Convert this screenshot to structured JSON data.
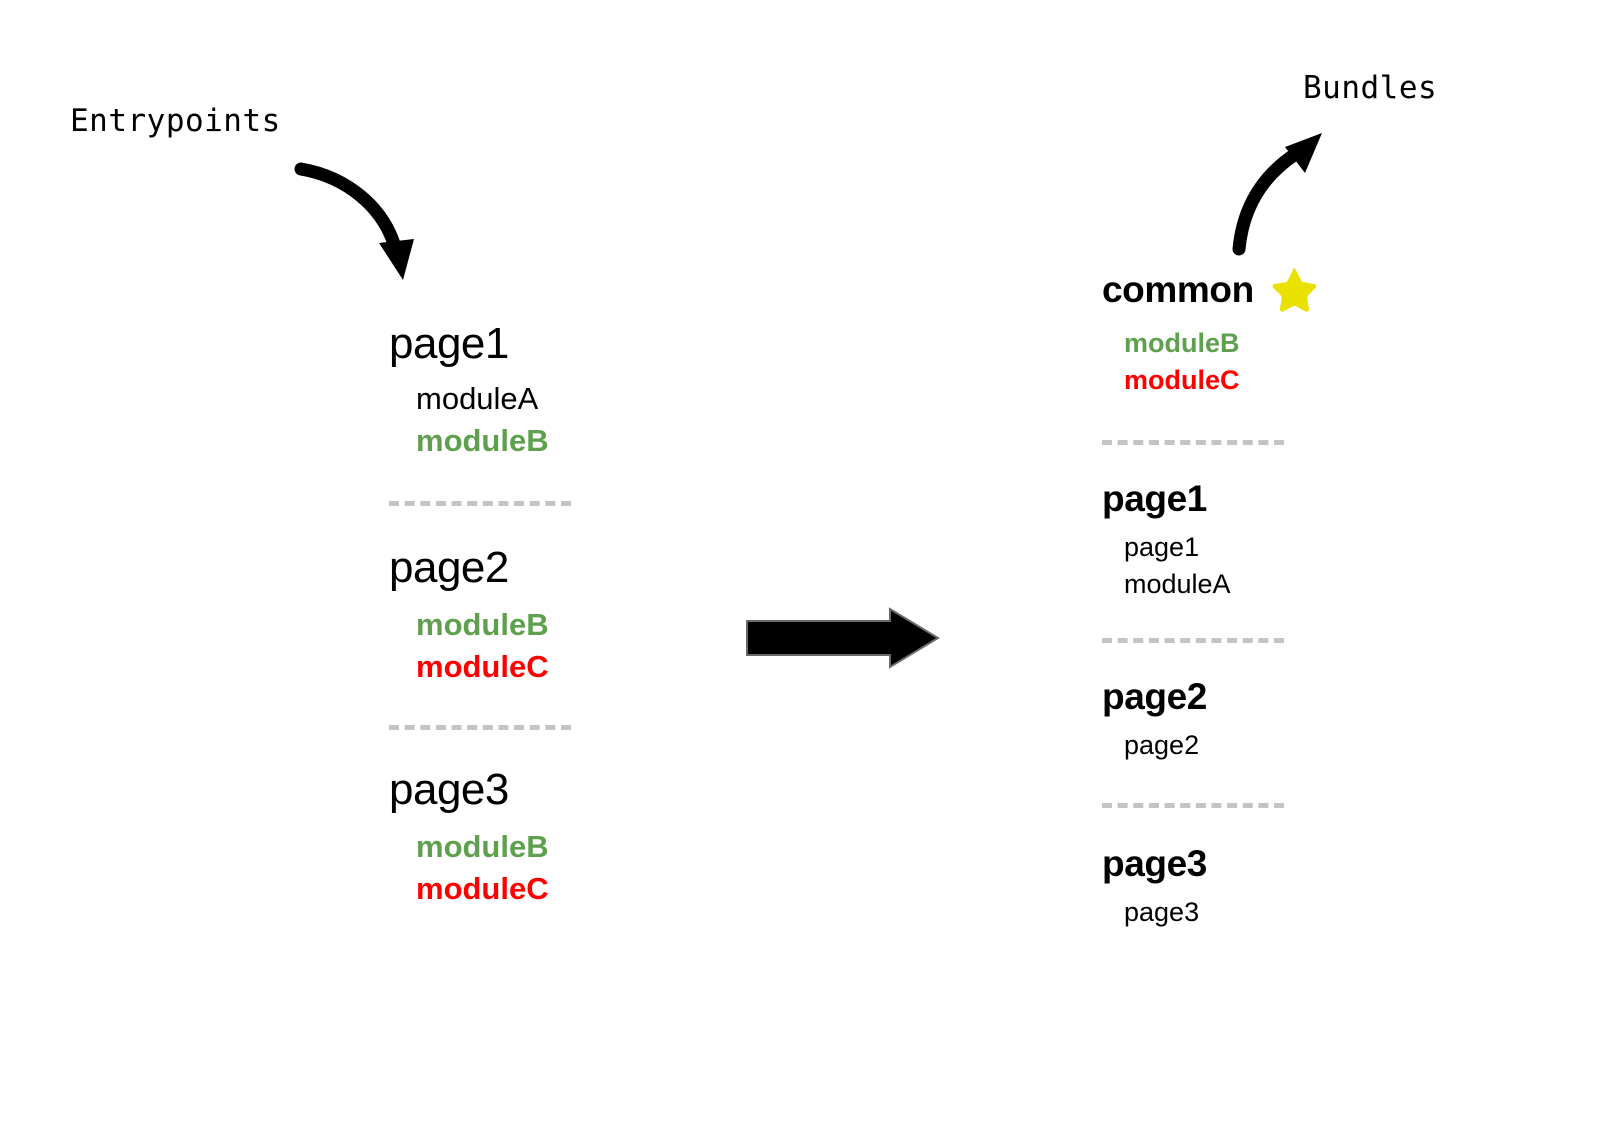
{
  "colors": {
    "green": "#5FA04E",
    "red": "#FF0000",
    "black": "#000000",
    "divider": "#C4C4C4",
    "star_yellow": "#E9E200",
    "background": "#FFFFFF"
  },
  "annotations": {
    "entrypoints_label": "Entrypoints",
    "bundles_label": "Bundles",
    "entry_arrow_icon": "curved-arrow-down-right-icon",
    "bundles_arrow_icon": "curved-arrow-up-right-icon",
    "transform_arrow_icon": "block-arrow-right-icon"
  },
  "left_column": {
    "heading": "Entrypoints",
    "groups": [
      {
        "title": "page1",
        "modules": [
          {
            "label": "moduleA",
            "style": "plain"
          },
          {
            "label": "moduleB",
            "style": "green"
          }
        ]
      },
      {
        "title": "page2",
        "modules": [
          {
            "label": "moduleB",
            "style": "green"
          },
          {
            "label": "moduleC",
            "style": "red"
          }
        ]
      },
      {
        "title": "page3",
        "modules": [
          {
            "label": "moduleB",
            "style": "green"
          },
          {
            "label": "moduleC",
            "style": "red"
          }
        ]
      }
    ]
  },
  "right_column": {
    "heading": "Bundles",
    "groups": [
      {
        "title": "common",
        "badge": "star-icon",
        "modules": [
          {
            "label": "moduleB",
            "style": "green"
          },
          {
            "label": "moduleC",
            "style": "red"
          }
        ]
      },
      {
        "title": "page1",
        "badge": null,
        "modules": [
          {
            "label": "page1",
            "style": "plain"
          },
          {
            "label": "moduleA",
            "style": "plain"
          }
        ]
      },
      {
        "title": "page2",
        "badge": null,
        "modules": [
          {
            "label": "page2",
            "style": "plain"
          }
        ]
      },
      {
        "title": "page3",
        "badge": null,
        "modules": [
          {
            "label": "page3",
            "style": "plain"
          }
        ]
      }
    ]
  }
}
